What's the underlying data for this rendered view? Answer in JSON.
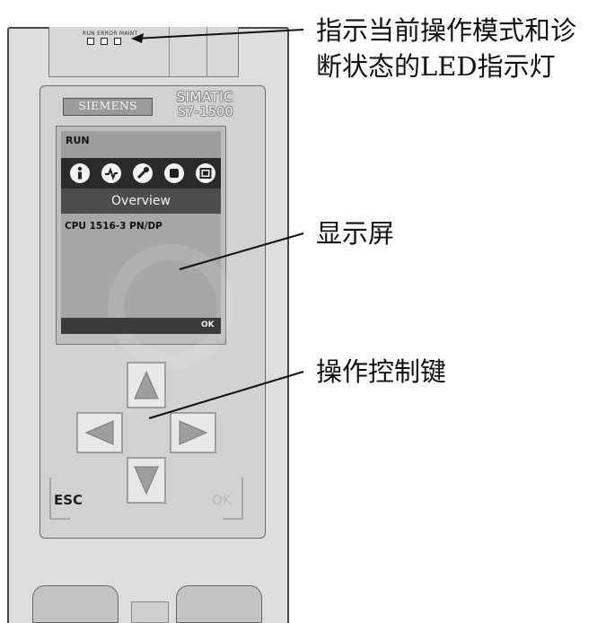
{
  "device": {
    "led_strip_text": "RUN  ERROR  MAINT",
    "brand": "SIEMENS",
    "product_line": "SIMATIC",
    "model": "S7-1500",
    "display": {
      "status_text": "RUN",
      "icons": [
        "info-icon",
        "diagnostics-icon",
        "settings-wrench-icon",
        "module-icon",
        "display-icon"
      ],
      "title": "Overview",
      "cpu_name": "CPU 1516-3 PN/DP",
      "softkey": "OK"
    },
    "keys": {
      "up": "up-arrow-key",
      "down": "down-arrow-key",
      "left": "left-arrow-key",
      "right": "right-arrow-key",
      "esc_label": "ESC",
      "ok_label": "OK"
    }
  },
  "callouts": {
    "led_line1": "指示当前操作模式和诊",
    "led_line2": "断状态的LED指示灯",
    "display": "显示屏",
    "keys": "操作控制键"
  }
}
